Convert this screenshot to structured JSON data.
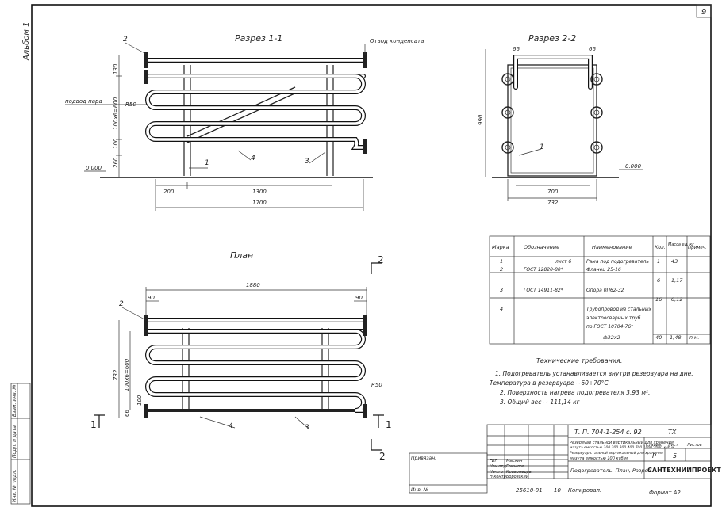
{
  "page_number": "9",
  "album_label": "Альбом 1",
  "views": {
    "section_1": {
      "title": "Разрез 1-1",
      "dims": {
        "d130": "130",
        "d100x6": "100х6=600",
        "d100": "100",
        "d260": "260",
        "d200": "200",
        "d1300": "1300",
        "d1700": "1700",
        "r50": "R50"
      },
      "labels": {
        "steam_in": "подвод пара",
        "condensate_out": "Отвод конденсата",
        "level": "0.000",
        "m1": "1",
        "m2": "2",
        "m3": "3",
        "m4": "4"
      }
    },
    "section_2": {
      "title": "Разрез 2-2",
      "dims": {
        "d66a": "66",
        "d66b": "66",
        "d990": "990",
        "d700": "700",
        "d732": "732"
      },
      "labels": {
        "level": "0.000",
        "m1": "1"
      }
    },
    "plan": {
      "title": "План",
      "dims": {
        "d1880": "1880",
        "d90a": "90",
        "d90b": "90",
        "d732": "732",
        "d100x6": "100х6=600",
        "d66": "66",
        "d100": "100",
        "r50": "R50"
      },
      "labels": {
        "m2": "2",
        "m3": "3",
        "m4": "4",
        "cut1_left": "1",
        "cut1_right": "1",
        "cut2_bottom": "2",
        "cut2_top": "2"
      }
    }
  },
  "spec_table": {
    "headers": [
      "Марка",
      "Обозначение",
      "Наименование",
      "Кол.",
      "Масса ед. кг",
      "Примеч."
    ],
    "rows": [
      {
        "mark": "1",
        "designation": "лист 6",
        "name": "Рама под подогреватель",
        "qty": "1",
        "mass": "43",
        "note": ""
      },
      {
        "mark": "2",
        "designation": "ГОСТ 12820-80*",
        "name": "Фланец 25-16",
        "qty": "6",
        "mass": "1,17",
        "note": ""
      },
      {
        "mark": "3",
        "designation": "ГОСТ 14911-82*",
        "name": "Опора 0П62-32",
        "qty": "16",
        "mass": "0,12",
        "note": ""
      },
      {
        "mark": "4",
        "designation": "",
        "name": "Трубопровод из стальных",
        "qty": "",
        "mass": "",
        "note": ""
      },
      {
        "mark": "",
        "designation": "",
        "name": "электросварных труб",
        "qty": "",
        "mass": "",
        "note": ""
      },
      {
        "mark": "",
        "designation": "",
        "name": "по ГОСТ 10704-76*",
        "qty": "",
        "mass": "",
        "note": ""
      },
      {
        "mark": "",
        "designation": "",
        "name": "ф32х2",
        "qty": "40",
        "mass": "1,48",
        "note": "п.м."
      }
    ]
  },
  "tech_requirements": {
    "title": "Технические требования:",
    "lines": [
      "1. Подогреватель устанавливается внутри резервуара на дне.",
      "Температура в резервуаре ~60÷70°С.",
      "2. Поверхность нагрева подогревателя 3,93 м².",
      "3. Общий вес ~ 111,14 кг"
    ]
  },
  "title_block": {
    "code": "Т. П. 704-1-254 с. 92",
    "section": "ТХ",
    "desc1": "Резервуар стальной вертикальный для хранения",
    "desc2": "мазута емкостью 100 200 300 400 700 1000 2000 куб.м",
    "desc3": "Резервуар стальной вертикальный для хранения",
    "desc4": "мазута емкостью 100 куб.м",
    "stage_h": "Стадия",
    "sheet_h": "Лист",
    "sheets_h": "Листов",
    "stage": "Р",
    "sheet": "5",
    "sheet_title": "Подогреватель. План, Разрез",
    "org": "САНТЕХНИИПРОЕКТ",
    "roles": [
      {
        "role": "ГИП",
        "name": "Мыскин"
      },
      {
        "role": "Нач.отд",
        "name": "Гомылов"
      },
      {
        "role": "Нач.гр",
        "name": "Кривонедов"
      },
      {
        "role": "Н.контр",
        "name": "Боровский"
      }
    ],
    "attached": "Привязан:",
    "inv": "Инв. №",
    "copied": "Копировал:",
    "format": "Формат А2",
    "number": "25610-01",
    "num10": "10"
  },
  "side_stamp": [
    "Инв. № подл.",
    "Подп. и дата",
    "Взам. инв. №"
  ]
}
